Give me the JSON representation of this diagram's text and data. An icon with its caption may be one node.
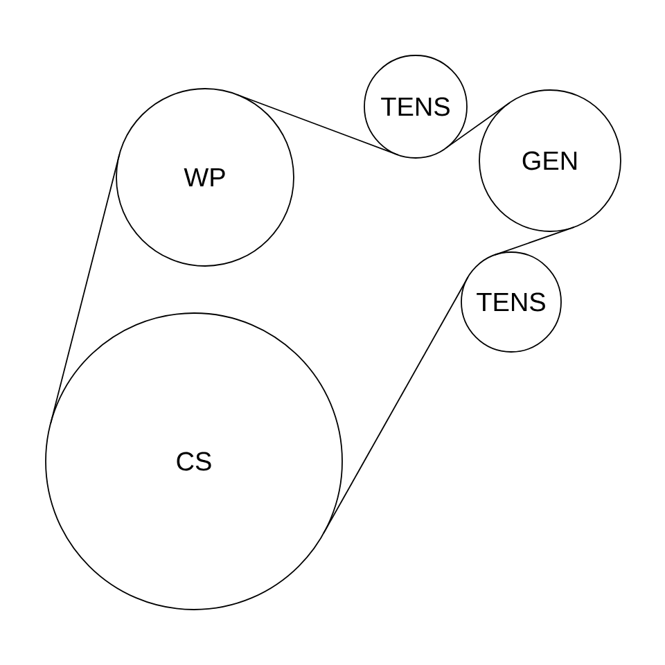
{
  "diagram": {
    "nodes": [
      {
        "text": [
          "WP"
        ]
      },
      {
        "text": [
          "TENS"
        ]
      },
      {
        "text": [
          "GEN"
        ]
      },
      {
        "text": [
          "TENS"
        ]
      },
      {
        "text": [
          "CS"
        ]
      }
    ],
    "edges": [
      {
        "from": 0,
        "to": 1,
        "arrow": "none"
      },
      {
        "from": 1,
        "to": 2,
        "arrow": "none"
      },
      {
        "from": 2,
        "to": 3,
        "arrow": "none"
      },
      {
        "from": 3,
        "to": 4,
        "arrow": "none"
      },
      {
        "from": 4,
        "to": 0,
        "arrow": "none"
      }
    ]
  }
}
